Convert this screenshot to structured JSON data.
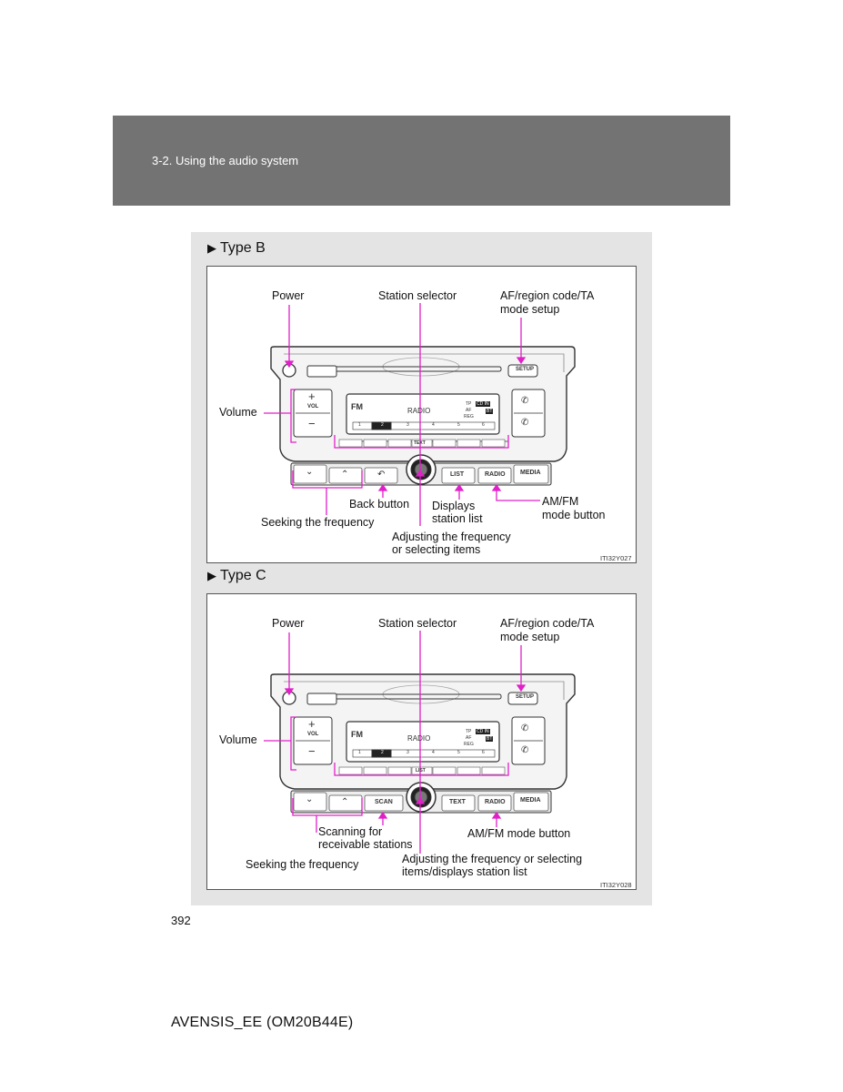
{
  "header": {
    "section": "3-2. Using the audio system"
  },
  "sections": [
    {
      "title": "Type B",
      "labels": {
        "power": "Power",
        "station_selector": "Station selector",
        "af_line1": "AF/region code/TA",
        "af_line2": "mode setup",
        "volume": "Volume",
        "back_button": "Back button",
        "displays_line1": "Displays",
        "displays_line2": "station list",
        "amfm_line1": "AM/FM",
        "amfm_line2": "mode button",
        "seeking": "Seeking the frequency",
        "adjusting_line1": "Adjusting the frequency",
        "adjusting_line2": "or selecting items"
      },
      "code": "ITI32Y027",
      "unit": {
        "setup": "SETUP",
        "fm": "FM",
        "radio_display": "RADIO",
        "tp": "TP",
        "af": "AF",
        "reg": "REG",
        "cdin": "CD IN",
        "bt": "BT",
        "presets": [
          "1",
          "2",
          "3",
          "4",
          "5",
          "6"
        ],
        "mid_key": "TEXT",
        "vol": "VOL",
        "plus": "+",
        "minus": "−",
        "btn_list": "LIST",
        "btn_radio": "RADIO",
        "btn_media": "MEDIA"
      }
    },
    {
      "title": "Type C",
      "labels": {
        "power": "Power",
        "station_selector": "Station selector",
        "af_line1": "AF/region code/TA",
        "af_line2": "mode setup",
        "volume": "Volume",
        "scanning_line1": "Scanning for",
        "scanning_line2": "receivable stations",
        "amfm": "AM/FM mode button",
        "seeking": "Seeking the frequency",
        "adjusting_line1": "Adjusting the frequency or selecting",
        "adjusting_line2": "items/displays station list"
      },
      "code": "ITI32Y028",
      "unit": {
        "setup": "SETUP",
        "fm": "FM",
        "radio_display": "RADIO",
        "tp": "TP",
        "af": "AF",
        "reg": "REG",
        "cdin": "CD IN",
        "bt": "BT",
        "presets": [
          "1",
          "2",
          "3",
          "4",
          "5",
          "6"
        ],
        "mid_key": "LIST",
        "vol": "VOL",
        "plus": "+",
        "minus": "−",
        "btn_scan": "SCAN",
        "btn_text": "TEXT",
        "btn_radio": "RADIO",
        "btn_media": "MEDIA"
      }
    }
  ],
  "page_number": "392",
  "footer": "AVENSIS_EE (OM20B44E)",
  "colors": {
    "callout": "#e020c8",
    "header_band": "#737373",
    "panel": "#e4e4e4"
  }
}
